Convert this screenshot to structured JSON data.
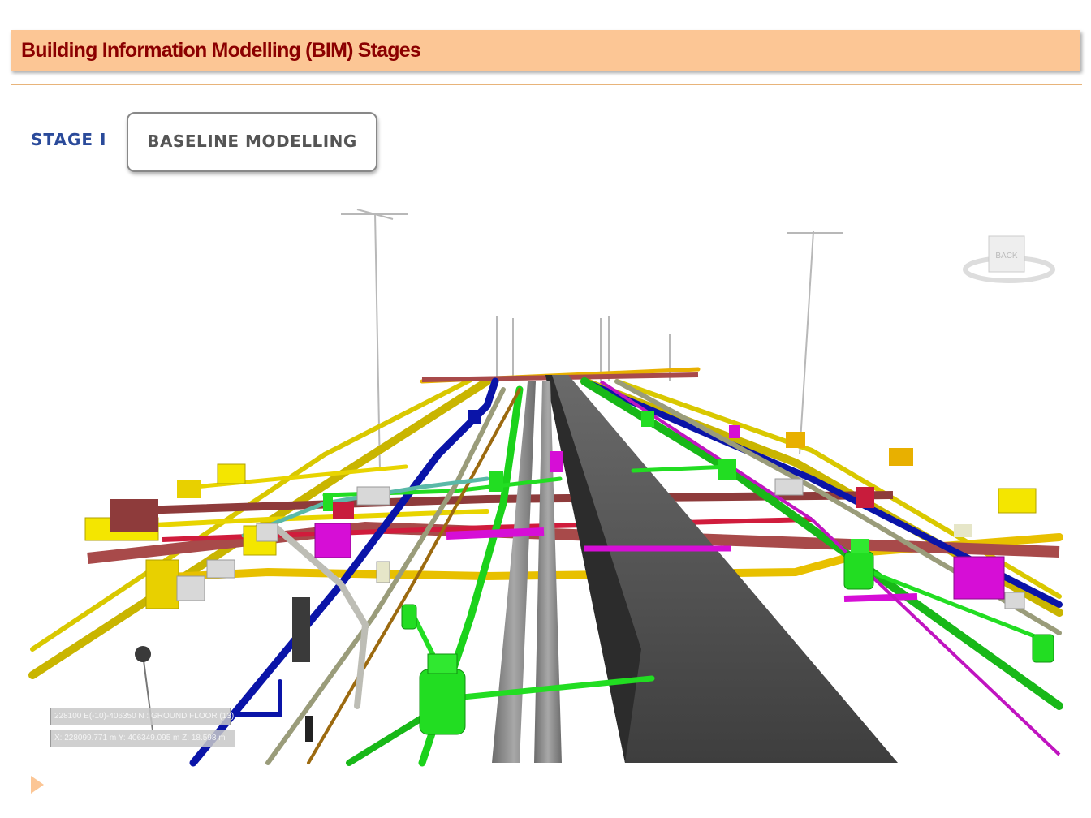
{
  "slide": {
    "title": "Building Information Modelling (BIM) Stages",
    "stage_label": "STAGE I",
    "stage_name": "BASELINE MODELLING"
  },
  "viewport": {
    "navigation_cube_label": "BACK",
    "status_line_1": "228100 E(-10)-406350 N : GROUND FLOOR (13)",
    "status_line_2": "X: 228099.771 m  Y: 406349.095 m  Z: 18.598 m"
  },
  "colors": {
    "title_bar": "#fcc695",
    "title_text": "#8b0000",
    "stage_label": "#2a4a9a",
    "pipe_blue": "#0a14a8",
    "pipe_green": "#1bd21b",
    "pipe_yellow": "#d9c200",
    "pipe_maroon": "#a84a4a",
    "pipe_magenta": "#d60ed6",
    "road": "#4a4a4a"
  }
}
